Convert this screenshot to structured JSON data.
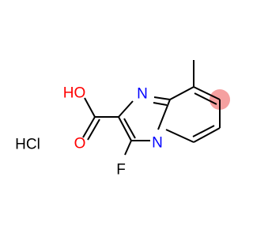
{
  "atoms": {
    "oh": "HO",
    "o_carbonyl": "O",
    "n_imine": "N",
    "n_bridge": "N",
    "f": "F",
    "salt": "HCl"
  },
  "colors": {
    "oxygen": "#ff0000",
    "nitrogen": "#0000ff",
    "fluorine": "#000000",
    "carbon_bond": "#000000",
    "highlight": "#f5a0a0"
  }
}
